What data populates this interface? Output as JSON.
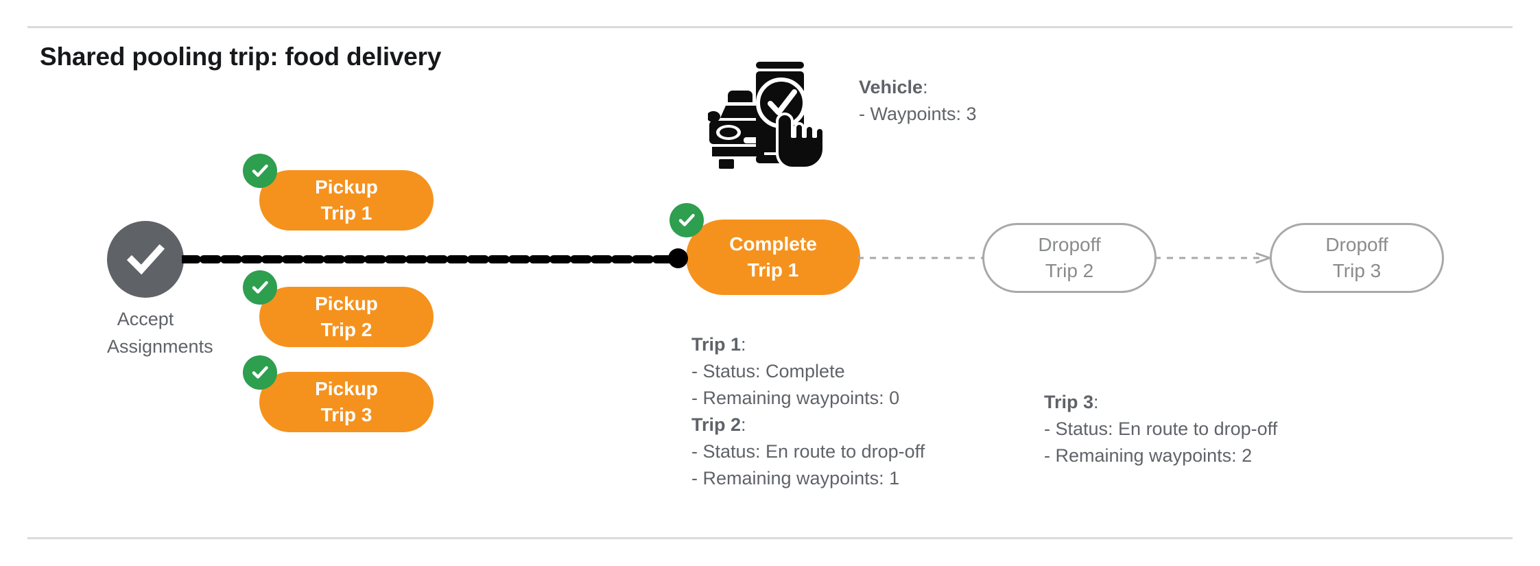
{
  "page": {
    "title": "Shared pooling trip: food delivery",
    "colors": {
      "orange": "#f5921e",
      "green": "#2e9e4f",
      "gray_node": "#5f6368",
      "outline_gray": "#a7a8aa",
      "text_gray": "#5f6368",
      "title_black": "#17181a",
      "rule_gray": "#d9dadb",
      "route_black": "#000000"
    }
  },
  "flow": {
    "start_node": {
      "icon": "check-circle-icon",
      "label_line1": "Accept",
      "label_line2": "Assignments"
    },
    "pickups": [
      {
        "line1": "Pickup",
        "line2": "Trip 1",
        "completed": true
      },
      {
        "line1": "Pickup",
        "line2": "Trip 2",
        "completed": true
      },
      {
        "line1": "Pickup",
        "line2": "Trip 3",
        "completed": true
      }
    ],
    "complete_node": {
      "line1": "Complete",
      "line2": "Trip 1",
      "completed": true
    },
    "dropoffs": [
      {
        "line1": "Dropoff",
        "line2": "Trip 2",
        "completed": false
      },
      {
        "line1": "Dropoff",
        "line2": "Trip 3",
        "completed": false
      }
    ]
  },
  "vehicle": {
    "icon": "car-phone-check-hand-icon",
    "heading": "Vehicle",
    "heading_colon": ":",
    "waypoints_line": "- Waypoints: 3"
  },
  "trip_details": {
    "left_column": [
      {
        "heading": "Trip 1",
        "heading_colon": ":",
        "status_line": "- Status:  Complete",
        "waypoints_line": "- Remaining waypoints: 0"
      },
      {
        "heading": "Trip 2",
        "heading_colon": ":",
        "status_line": "- Status:  En route to drop-off",
        "waypoints_line": "- Remaining waypoints: 1"
      }
    ],
    "right_column": [
      {
        "heading": "Trip 3",
        "heading_colon": ":",
        "status_line": "- Status:  En route to drop-off",
        "waypoints_line": "- Remaining waypoints: 2"
      }
    ]
  }
}
